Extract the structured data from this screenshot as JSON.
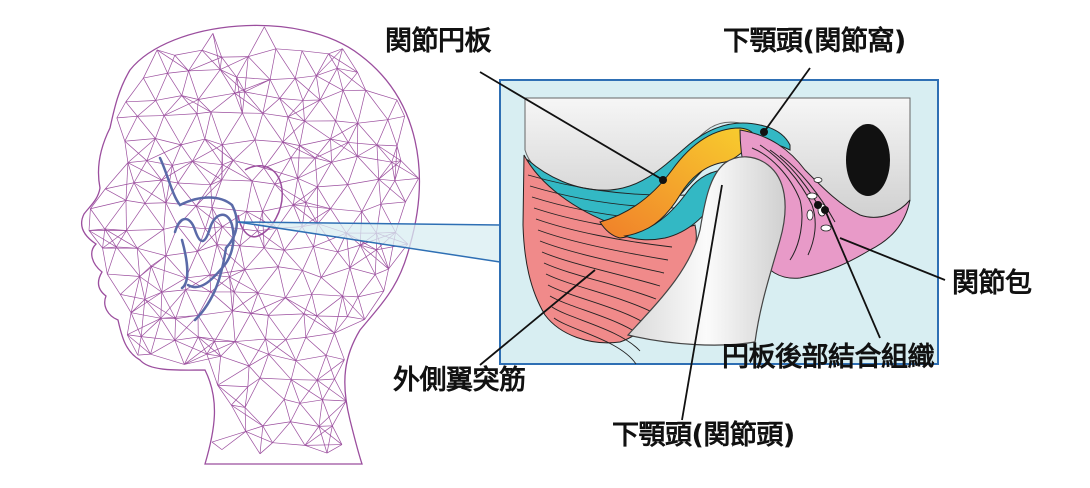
{
  "labels": {
    "articular_disc": "関節円板",
    "mandibular_fossa": "下顎頭(関節窩)",
    "joint_capsule": "関節包",
    "retrodiscal_tissue": "円板後部結合組織",
    "lateral_pterygoid": "外側翼突筋",
    "condyle": "下顎頭(関節頭)"
  },
  "colors": {
    "mesh": "#9b4e9e",
    "jaw_outline": "#5a6aa8",
    "inset_border": "#2e6fb4",
    "inset_fill": "#d8eef2",
    "disc_orange": "#f29a2b",
    "disc_yellow": "#f7c52d",
    "synovial_teal": "#33b8c4",
    "muscle_salmon": "#f08a8a",
    "retrodiscal_pink": "#e89ac8",
    "bone_grey": "#e8e8e8"
  }
}
